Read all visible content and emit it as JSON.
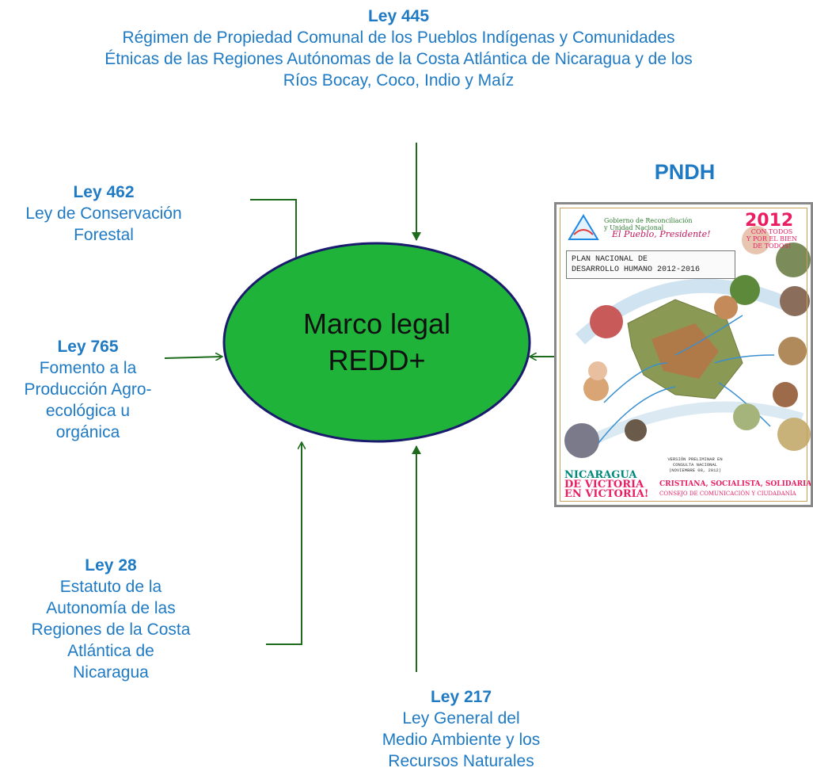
{
  "center": {
    "line1": "Marco legal",
    "line2": "REDD+"
  },
  "laws": {
    "ley445": {
      "title": "Ley 445",
      "desc": "Régimen de Propiedad Comunal de los Pueblos Indígenas y Comunidades\nÉtnicas de las Regiones Autónomas de la Costa Atlántica de Nicaragua y de los\nRíos Bocay, Coco, Indio y Maíz"
    },
    "ley462": {
      "title": "Ley 462",
      "desc": "Ley de Conservación\nForestal"
    },
    "ley765": {
      "title": "Ley 765",
      "desc": "Fomento a la\nProducción Agro-\necológica u\norgánica"
    },
    "ley28": {
      "title": "Ley 28",
      "desc": "Estatuto de la\nAutonomía de las\nRegiones de la Costa\nAtlántica de\nNicaragua"
    },
    "ley217": {
      "title": "Ley 217",
      "desc": "Ley General del\nMedio Ambiente y los\nRecursos Naturales"
    }
  },
  "pndh": {
    "title": "PNDH",
    "cover": {
      "gov": "Gobierno de Reconciliación\ny Unidad Nacional",
      "slogan": "El Pueblo, Presidente!",
      "year": "2012",
      "contodos": "CON TODOS\nY POR EL BIEN\nDE TODOS!",
      "plan": "PLAN NACIONAL DE\nDESARROLLO HUMANO 2012-2016",
      "prelim": "VERSIÓN PRELIMINAR EN\nCONSULTA NACIONAL\n(NOVIEMBRE 08, 2012)",
      "nic1": "NICARAGUA",
      "nic2": "DE VICTORIA",
      "nic3": "EN VICTORIA!",
      "csol": "CRISTIANA, SOCIALISTA, SOLIDARIA!",
      "consejo": "CONSEJO DE COMUNICACIÓN Y CIUDADANÍA"
    }
  },
  "colors": {
    "text": "#1f7ac4",
    "arrow": "#1e6b1e",
    "ellipse_fill": "#1fb33a",
    "ellipse_stroke": "#1a1a6e"
  }
}
